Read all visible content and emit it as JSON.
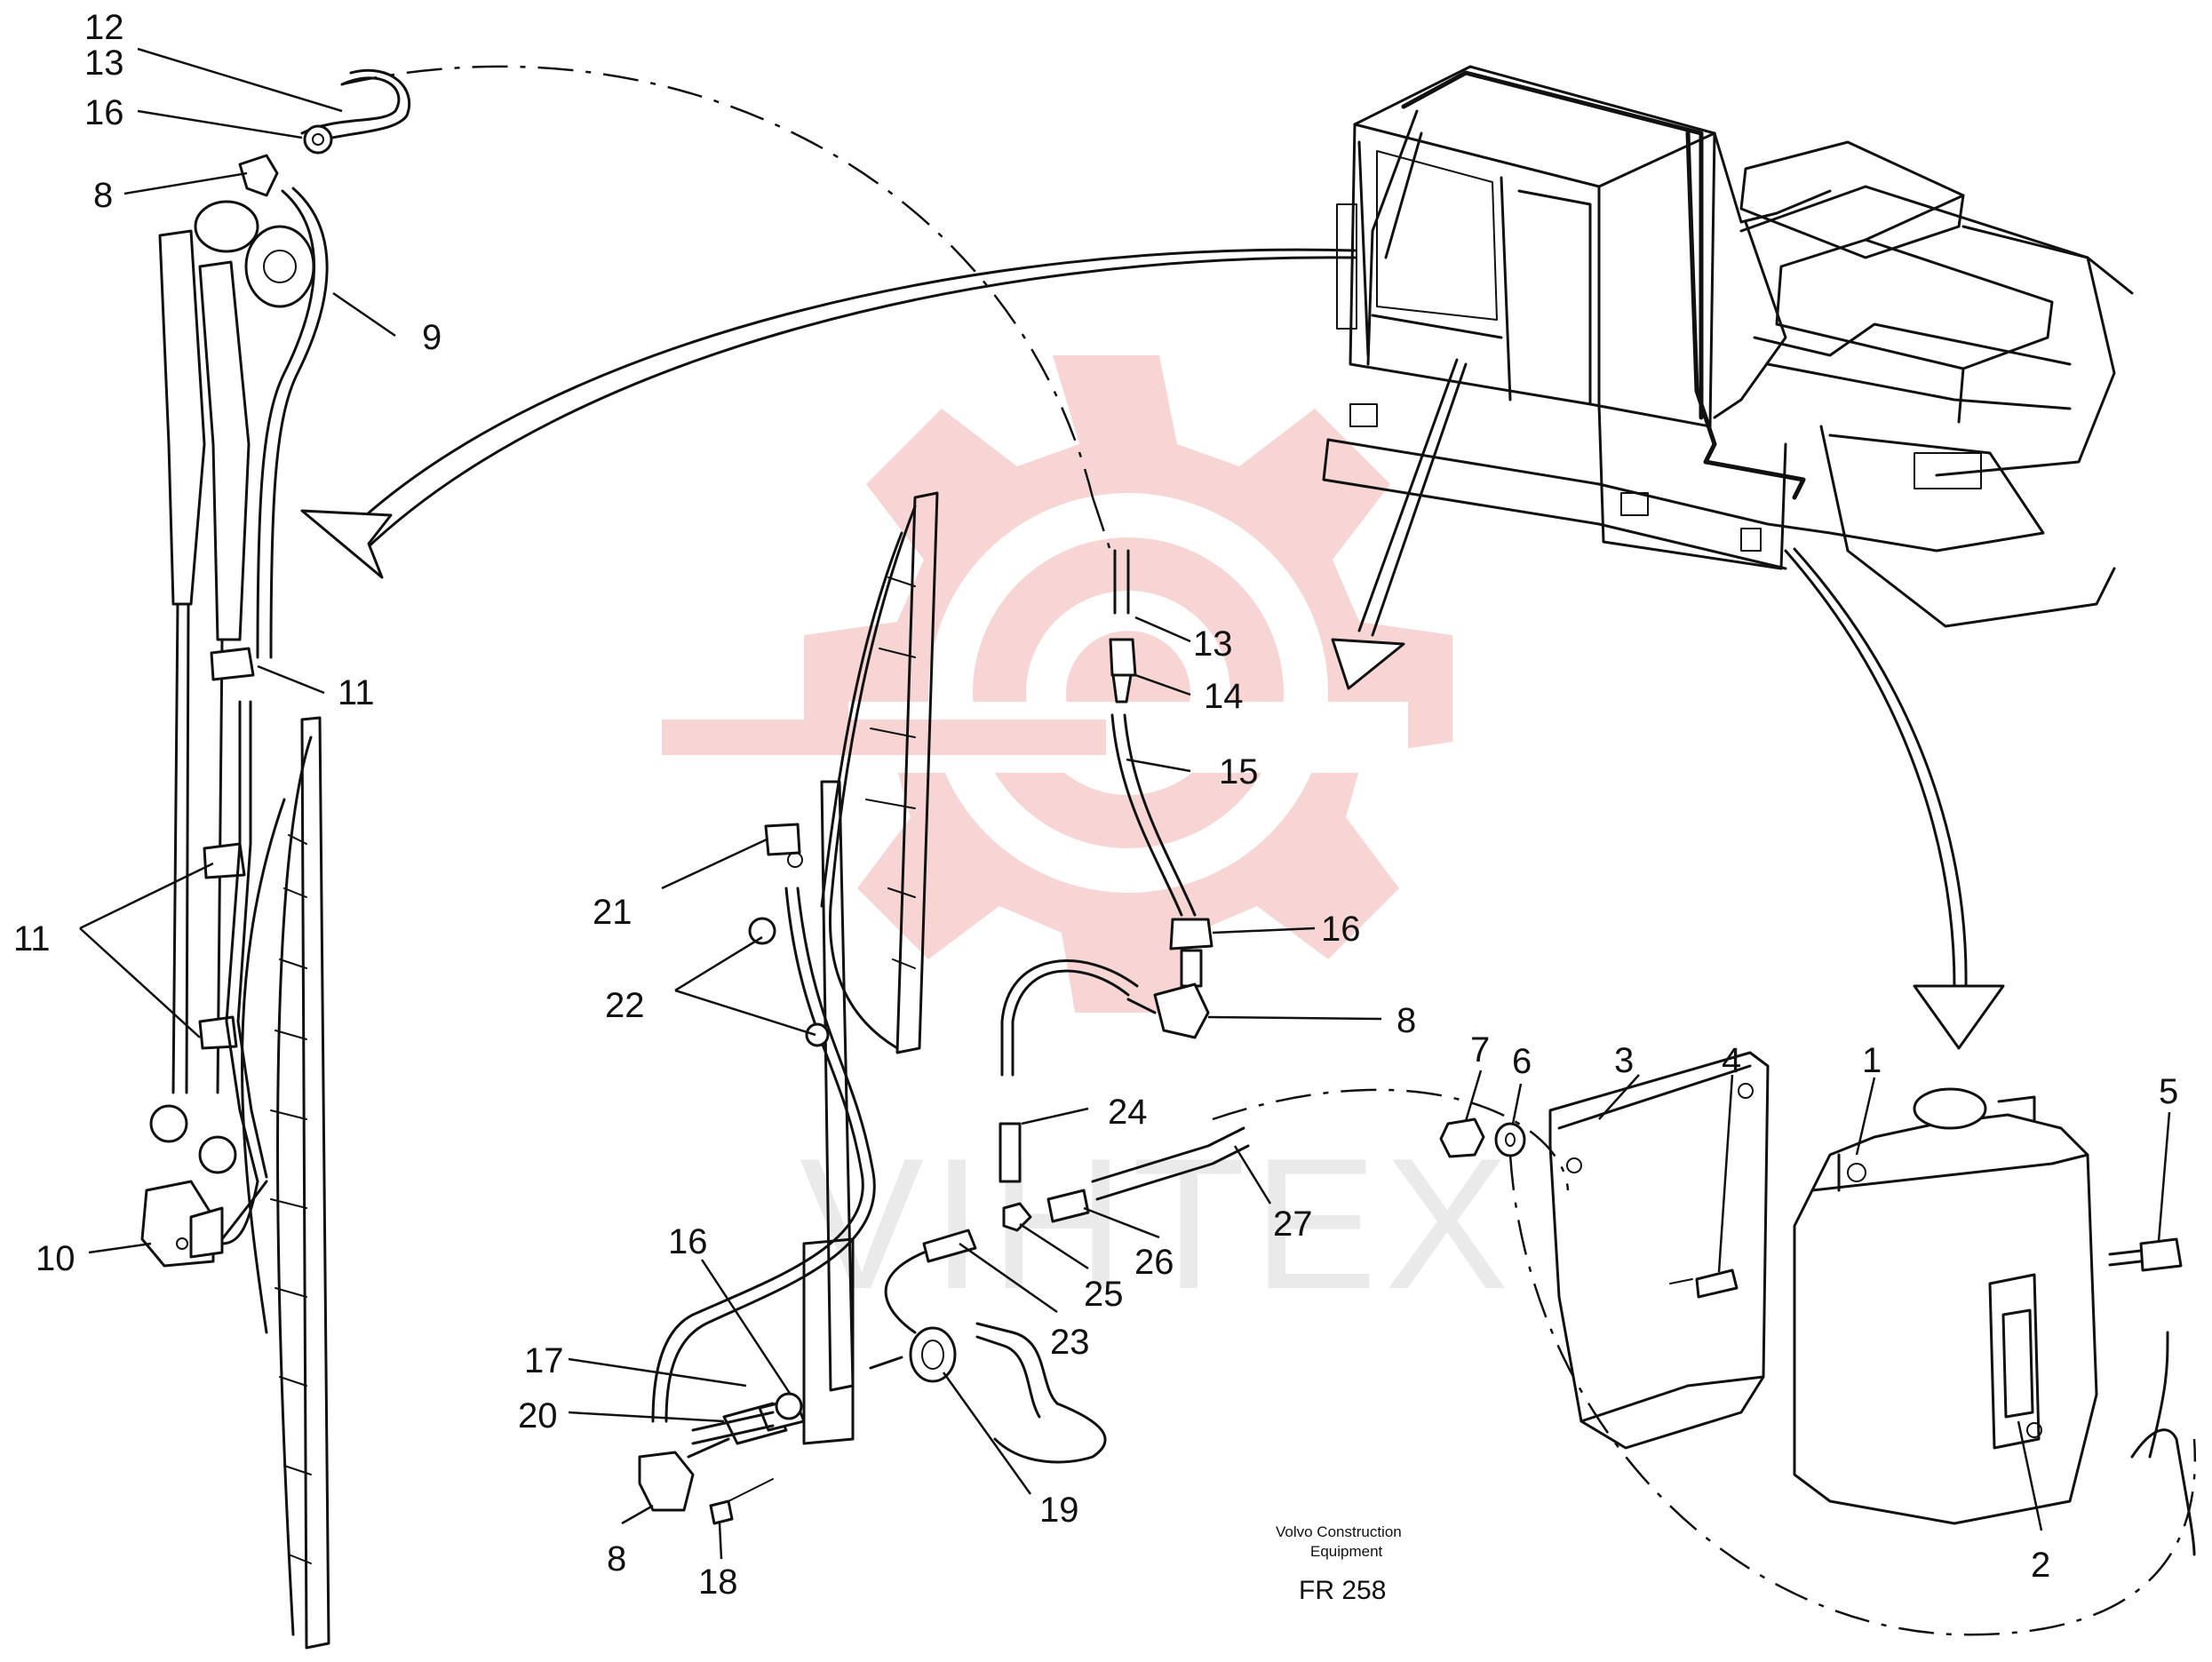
{
  "callouts": [
    {
      "id": "c12a",
      "text": "12"
    },
    {
      "id": "c13a",
      "text": "13"
    },
    {
      "id": "c16a",
      "text": "16"
    },
    {
      "id": "c8a",
      "text": "8"
    },
    {
      "id": "c9",
      "text": "9"
    },
    {
      "id": "c11a",
      "text": "11"
    },
    {
      "id": "c11b",
      "text": "11"
    },
    {
      "id": "c10",
      "text": "10"
    },
    {
      "id": "c13b",
      "text": "13"
    },
    {
      "id": "c14",
      "text": "14"
    },
    {
      "id": "c15",
      "text": "15"
    },
    {
      "id": "c16b",
      "text": "16"
    },
    {
      "id": "c8b",
      "text": "8"
    },
    {
      "id": "c21",
      "text": "21"
    },
    {
      "id": "c22",
      "text": "22"
    },
    {
      "id": "c24",
      "text": "24"
    },
    {
      "id": "c27",
      "text": "27"
    },
    {
      "id": "c25",
      "text": "25"
    },
    {
      "id": "c26",
      "text": "26"
    },
    {
      "id": "c23",
      "text": "23"
    },
    {
      "id": "c16c",
      "text": "16"
    },
    {
      "id": "c17",
      "text": "17"
    },
    {
      "id": "c20",
      "text": "20"
    },
    {
      "id": "c19",
      "text": "19"
    },
    {
      "id": "c8c",
      "text": "8"
    },
    {
      "id": "c18",
      "text": "18"
    },
    {
      "id": "c7",
      "text": "7"
    },
    {
      "id": "c6",
      "text": "6"
    },
    {
      "id": "c3",
      "text": "3"
    },
    {
      "id": "c4",
      "text": "4"
    },
    {
      "id": "c1",
      "text": "1"
    },
    {
      "id": "c5",
      "text": "5"
    },
    {
      "id": "c2",
      "text": "2"
    }
  ],
  "credit": {
    "line1": "Volvo Construction",
    "line2": "Equipment"
  },
  "figure_code": "FR 258",
  "watermark": {
    "text": "VIHTEX",
    "logo_color": "#f2b3b3",
    "text_color": "#d9d9d9"
  }
}
